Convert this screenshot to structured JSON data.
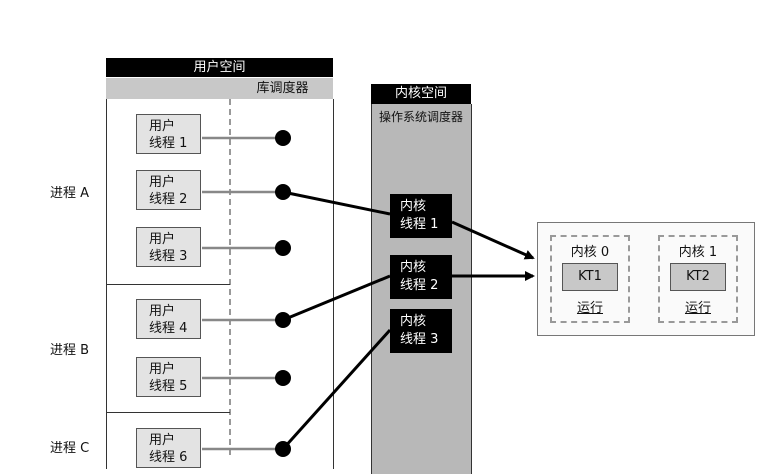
{
  "user_space": {
    "title": "用户空间",
    "lib_scheduler": "库调度器"
  },
  "kernel_space": {
    "title": "内核空间",
    "os_scheduler": "操作系统调度器"
  },
  "processes": [
    {
      "label": "进程 A"
    },
    {
      "label": "进程 B"
    },
    {
      "label": "进程 C"
    }
  ],
  "user_threads": [
    {
      "line1": "用户",
      "line2": "线程 1"
    },
    {
      "line1": "用户",
      "line2": "线程 2"
    },
    {
      "line1": "用户",
      "line2": "线程 3"
    },
    {
      "line1": "用户",
      "line2": "线程 4"
    },
    {
      "line1": "用户",
      "line2": "线程 5"
    },
    {
      "line1": "用户",
      "line2": "线程 6"
    }
  ],
  "kernel_threads": [
    {
      "line1": "内核",
      "line2": "线程 1"
    },
    {
      "line1": "内核",
      "line2": "线程 2"
    },
    {
      "line1": "内核",
      "line2": "线程 3"
    }
  ],
  "cores": [
    {
      "title": "内核 0",
      "kt": "KT1",
      "status": "运行"
    },
    {
      "title": "内核 1",
      "kt": "KT2",
      "status": "运行"
    }
  ]
}
